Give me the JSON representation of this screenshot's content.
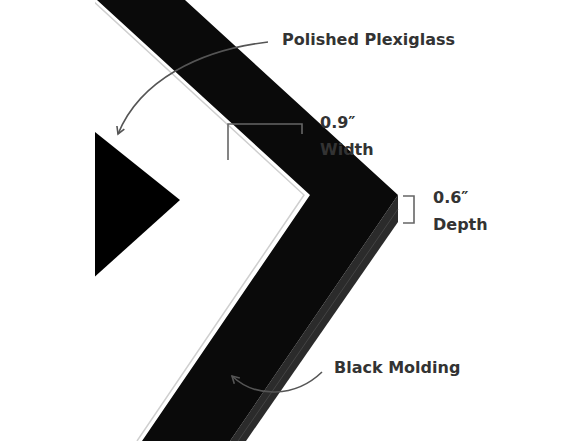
{
  "diagram": {
    "labels": [
      "Polished Plexiglass",
      "0.9″",
      "Width",
      "0.6″",
      "Depth",
      "Black Molding"
    ]
  }
}
